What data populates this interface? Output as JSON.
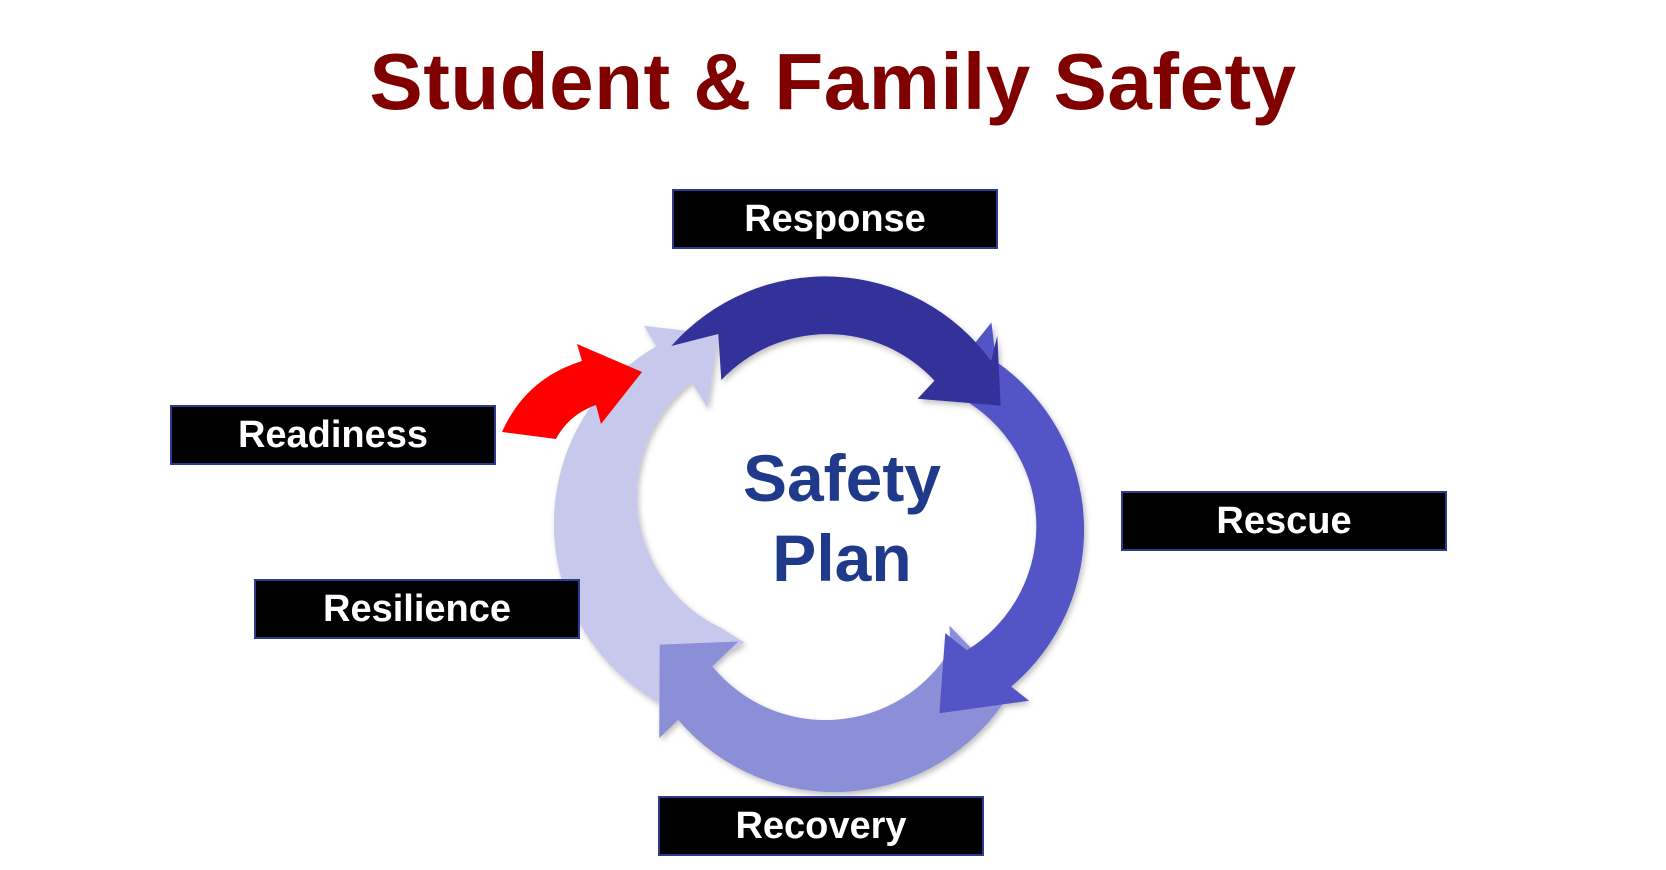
{
  "title": "Student & Family Safety",
  "center": {
    "line1": "Safety",
    "line2": "Plan"
  },
  "stages": {
    "response": "Response",
    "readiness": "Readiness",
    "rescue": "Rescue",
    "resilience": "Resilience",
    "recovery": "Recovery"
  },
  "colors": {
    "title": "#800000",
    "center_text": "#1f3a8a",
    "box_bg": "#000000",
    "box_text": "#ffffff",
    "arc_top": "#33339a",
    "arc_right": "#5254c6",
    "arc_bottom": "#8b8fd8",
    "arc_left": "#c6c8ec",
    "pointer_arrow": "#ff0000"
  },
  "icons": {
    "cycle": "circular-cycle-arrows",
    "pointer": "curved-red-arrow"
  }
}
